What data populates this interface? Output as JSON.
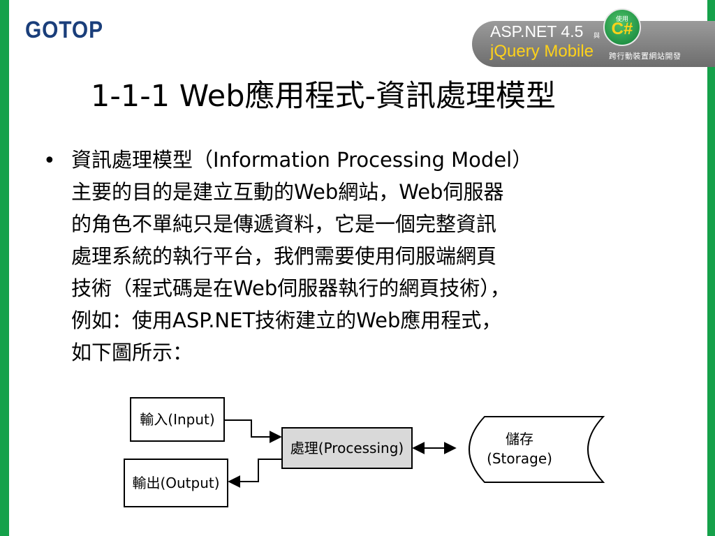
{
  "brand": {
    "logo": "GOTOP"
  },
  "banner": {
    "line1": "ASP.NET 4.5",
    "small": "與",
    "badge_top": "使用",
    "badge_main": "C#",
    "line2": "jQuery Mobile",
    "sub": "跨行動裝置網站開發",
    "colors": {
      "accent_yellow": "#ffd21a",
      "badge_green": "#15a14a",
      "banner_gray": "#808080"
    }
  },
  "slide": {
    "title": "1-1-1 Web應用程式-資訊處理模型",
    "bullet_symbol": "•",
    "body_lines": [
      "資訊處理模型（Information Processing Model）",
      "主要的目的是建立互動的Web網站，Web伺服器",
      "的角色不單純只是傳遞資料，它是一個完整資訊",
      "處理系統的執行平台，我們需要使用伺服端網頁",
      "技術（程式碼是在Web伺服器執行的網頁技術），",
      "例如：使用ASP.NET技術建立的Web應用程式，",
      "如下圖所示："
    ]
  },
  "diagram": {
    "input_label": "輸入(Input)",
    "output_label": "輸出(Output)",
    "process_label": "處理(Processing)",
    "storage_line1": "儲存",
    "storage_line2": "(Storage)"
  },
  "theme": {
    "edge_green": "#15a14a",
    "logo_blue": "#1a3e7a",
    "process_fill": "#d9d9d9"
  }
}
